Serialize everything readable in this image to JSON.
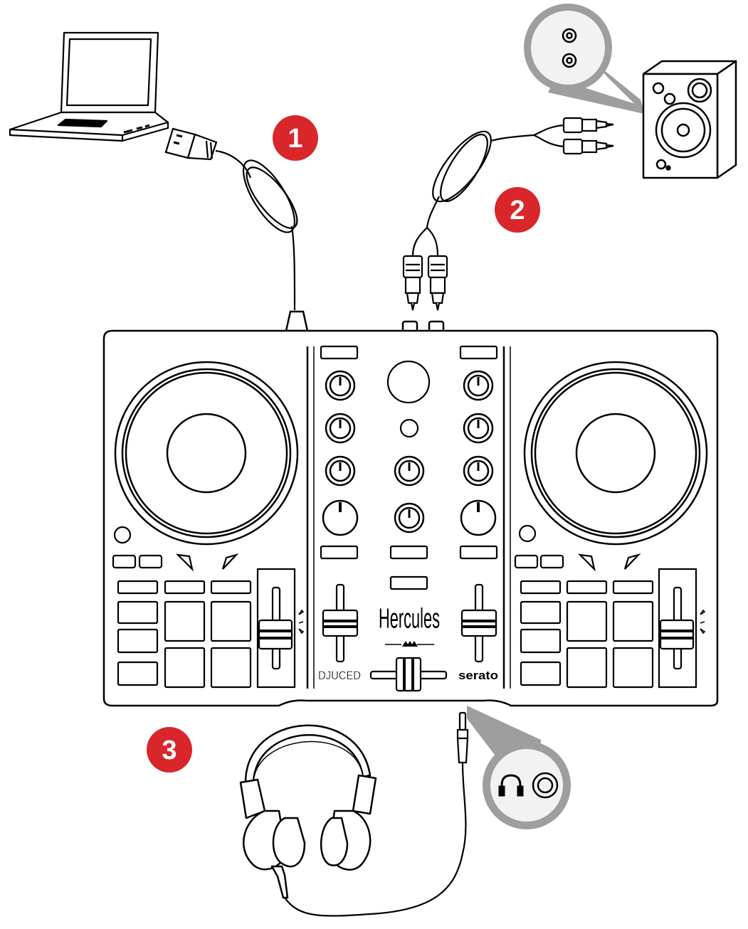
{
  "steps": [
    {
      "number": "1",
      "color": "#d9262b"
    },
    {
      "number": "2",
      "color": "#d9262b"
    },
    {
      "number": "3",
      "color": "#d9262b"
    }
  ],
  "controller": {
    "brand": "Hercules",
    "left_logo": "DJUCED",
    "right_logo": "serato"
  },
  "icons": [
    "laptop-icon",
    "usb-plug-icon",
    "speaker-icon",
    "rca-plug-icon",
    "headphones-icon",
    "headphone-jack-icon"
  ],
  "colors": {
    "line": "#000000",
    "callout": "#9e9e9e",
    "callout_inner": "#f2f2f2",
    "badge": "#d9262b"
  }
}
